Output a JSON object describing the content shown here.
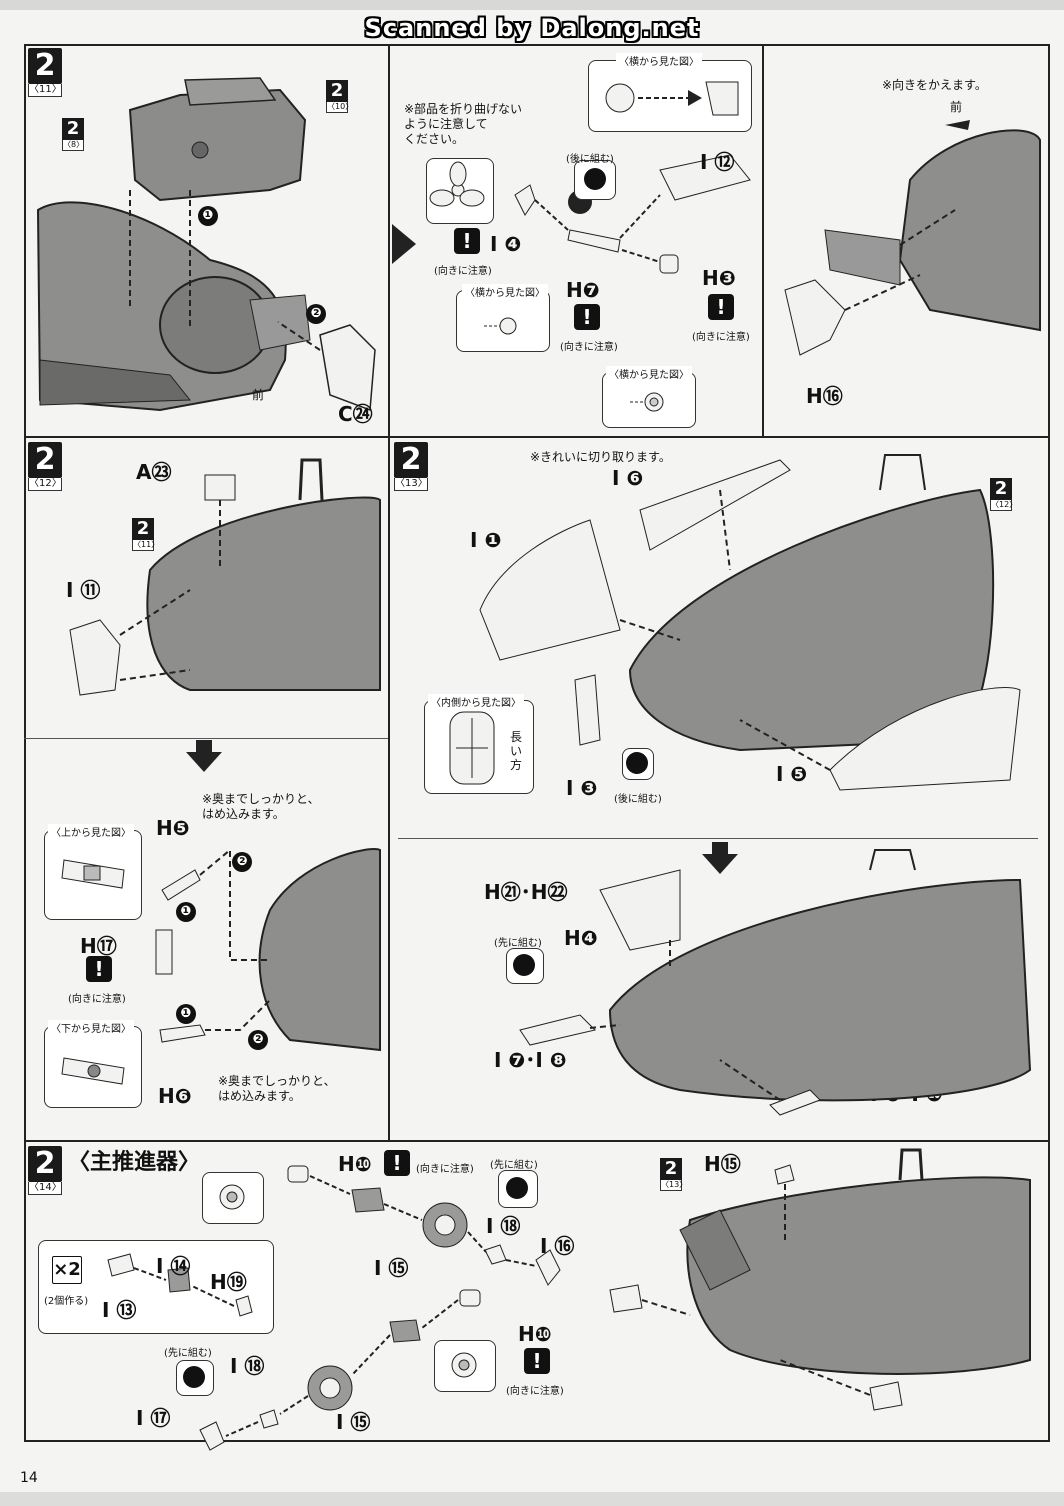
{
  "watermark": "Scanned by Dalong.net",
  "page_number": "14",
  "panels": {
    "p11": {
      "step": "2",
      "sub": "〈11〉",
      "ref_a": {
        "num": "2",
        "sub": "〈10〉"
      },
      "ref_b": {
        "num": "2",
        "sub": "〈8〉"
      },
      "part": "C㉔",
      "front": "前",
      "n1": "❶",
      "n2": "❷"
    },
    "p11b": {
      "note_fold": "※部品を折り曲げない\nように注意して\nください。",
      "side_view": "〈横から見た図〉",
      "assemble_later": "(後に組む)",
      "part_i12": "I ⑫",
      "part_i4": "I ❹",
      "part_h7": "H❼",
      "part_h3": "H❸",
      "direction": "(向きに注意)",
      "side_view_2": "〈横から見た図〉",
      "side_view_3": "〈横から見た図〉"
    },
    "p11c": {
      "note_turn": "※向きをかえます。",
      "front": "前",
      "part_h16": "H⑯"
    },
    "p12": {
      "step": "2",
      "sub": "〈12〉",
      "ref": {
        "num": "2",
        "sub": "〈11〉"
      },
      "part_a23": "A㉓",
      "part_i11": "I ⑪",
      "note_press": "※奥までしっかりと、\nはめ込みます。",
      "top_view": "〈上から見た図〉",
      "part_h5": "H❺",
      "part_h17": "H⑰",
      "direction": "(向きに注意)",
      "bottom_view": "〈下から見た図〉",
      "part_h6": "H❻",
      "note_press_2": "※奥までしっかりと、\nはめ込みます。",
      "n1": "❶",
      "n2": "❷"
    },
    "p13": {
      "step": "2",
      "sub": "〈13〉",
      "ref": {
        "num": "2",
        "sub": "〈12〉"
      },
      "note_cut": "※きれいに切り取ります。",
      "part_i6": "I ❻",
      "part_i1": "I ❶",
      "inside_view": "〈内側から見た図〉",
      "long_side": "長い方",
      "part_i3": "I ❸",
      "assemble_later": "(後に組む)",
      "part_i5": "I ❺",
      "part_h21_22": "H㉑･H㉒",
      "assemble_first": "(先に組む)",
      "part_h4": "H❹",
      "part_i7_8": "I ❼･I ❽",
      "part_i9_10": "I ❾･I ❿"
    },
    "p14": {
      "step": "2",
      "sub": "〈14〉",
      "title": "〈主推進器〉",
      "part_h10": "H❿",
      "direction": "(向きに注意)",
      "assemble_first": "(先に組む)",
      "part_i18": "I ⑱",
      "part_i16": "I ⑯",
      "part_i15": "I ⑮",
      "x2": "×2",
      "make_two": "(2個作る)",
      "part_i14": "I ⑭",
      "part_h19": "H⑲",
      "part_i13": "I ⑬",
      "part_h10b": "H❿",
      "direction_2": "(向きに注意)",
      "assemble_first_2": "(先に組む)",
      "part_i18b": "I ⑱",
      "part_i17": "I ⑰",
      "part_i15b": "I ⑮",
      "ref": {
        "num": "2",
        "sub": "〈13〉"
      },
      "part_h15": "H⑮"
    }
  }
}
